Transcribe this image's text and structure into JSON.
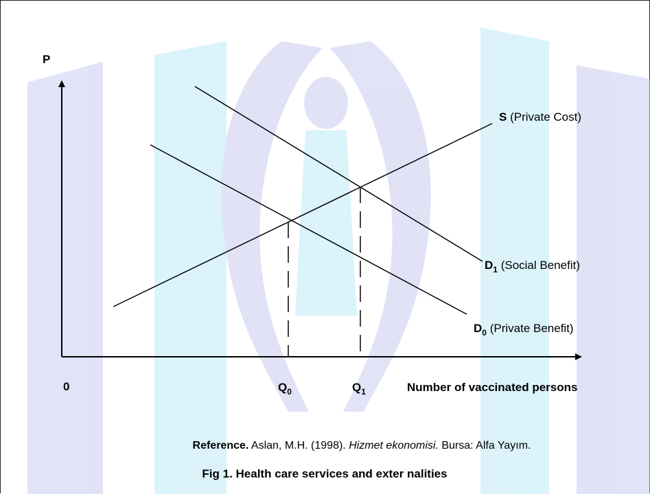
{
  "diagram": {
    "axis_y_label": "P",
    "origin_label": "0",
    "q0": {
      "main": "Q",
      "sub": "0"
    },
    "q1": {
      "main": "Q",
      "sub": "1"
    },
    "axis_x_label": "Number of vaccinated persons",
    "supply": {
      "symbol": "S",
      "desc": "(Private Cost)"
    },
    "d1": {
      "symbol": "D",
      "sub": "1",
      "desc": "(Social Benefit)"
    },
    "d0": {
      "symbol": "D",
      "sub": "0",
      "desc": "(Private Benefit)"
    }
  },
  "reference": {
    "lead": "Reference.",
    "authors": " Aslan, M.H. (1998). ",
    "title": "Hizmet ekonomisi.",
    "publisher": " Bursa: Alfa Yayım."
  },
  "caption": "Fig 1. Health care services and exter nalities",
  "colors": {
    "watermark_blue": "#c9ccf0",
    "watermark_cyan": "#bfeaf6",
    "line": "#000000"
  }
}
